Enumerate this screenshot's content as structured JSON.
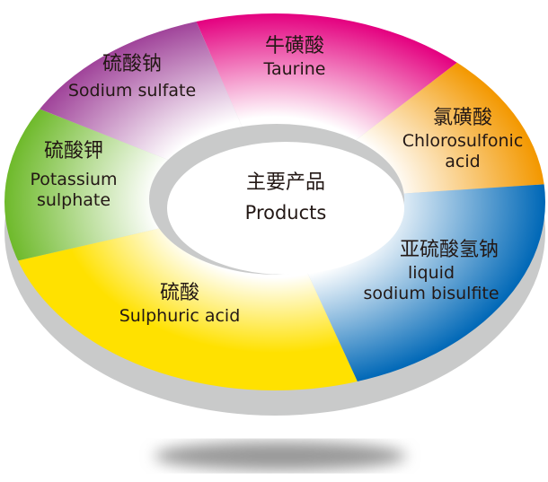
{
  "center": {
    "zh": "主要产品",
    "en": "Products"
  },
  "segments": [
    {
      "zh": "牛磺酸",
      "en": "Taurine",
      "color": "#e4007f"
    },
    {
      "zh": "氯磺酸",
      "en": "Chlorosulfonic acid",
      "en1": "Chlorosulfonic",
      "en2": "acid",
      "color": "#f39800"
    },
    {
      "zh": "亚硫酸氢钠",
      "en1": "liquid",
      "en2": "sodium bisulfite",
      "color": "#0068b7"
    },
    {
      "zh": "硫酸",
      "en": "Sulphuric acid",
      "color": "#ffe100"
    },
    {
      "zh": "硫酸钾",
      "en1": "Potassium",
      "en2": "sulphate",
      "color": "#6fba2c"
    },
    {
      "zh": "硫酸钠",
      "en": "Sodium sulfate",
      "color": "#a0449a"
    }
  ]
}
